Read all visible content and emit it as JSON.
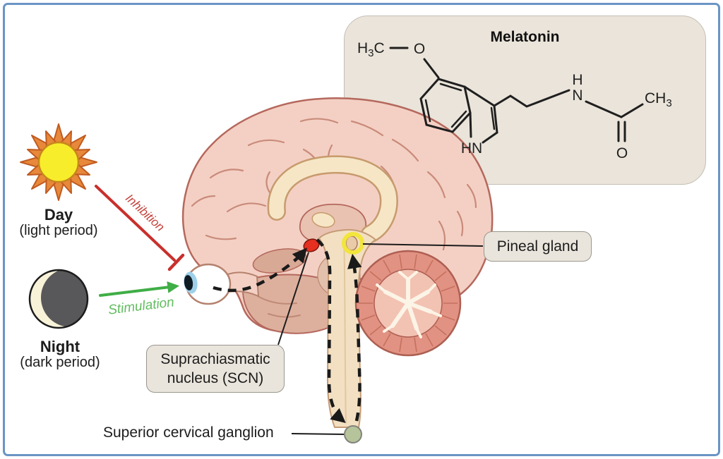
{
  "panel": {
    "title": "Melatonin"
  },
  "chemistry": {
    "methoxy_h": "H",
    "methoxy_sub": "3",
    "methoxy_c": "C",
    "ether_o": "O",
    "ring_hn": "HN",
    "amide_h": "H",
    "amide_n": "N",
    "methyl_ch": "CH",
    "methyl_sub": "3",
    "carbonyl_o": "O"
  },
  "day": {
    "label": "Day",
    "sublabel": "(light period)"
  },
  "night": {
    "label": "Night",
    "sublabel": "(dark period)"
  },
  "pathways": {
    "inhibition": "Inhibition",
    "stimulation": "Stimulation"
  },
  "labels": {
    "pineal": "Pineal gland",
    "scn_line1": "Suprachiasmatic",
    "scn_line2": "nucleus (SCN)",
    "ganglion": "Superior cervical ganglion"
  },
  "colors": {
    "border_blue": "#6a94c4",
    "sun_core": "#f8ed2a",
    "sun_rays": "#e8883a",
    "moon_dark": "#58585a",
    "moon_crescent": "#f8f2d8",
    "inhibition_red": "#c9302c",
    "stimulation_green": "#3fae46",
    "brain_pink": "#f4d0c4",
    "brain_outline": "#b5685d",
    "callosum_cream": "#f6e6c6",
    "brainstem_tan": "#f3e0c2",
    "cerebellum_outer": "#e29282",
    "cerebellum_inner": "#f2c2b2",
    "scn_red": "#e52f20",
    "pineal_ring_yellow": "#f2e53c",
    "ganglion_green": "#b5c49a",
    "panel_beige": "#eae4da"
  }
}
